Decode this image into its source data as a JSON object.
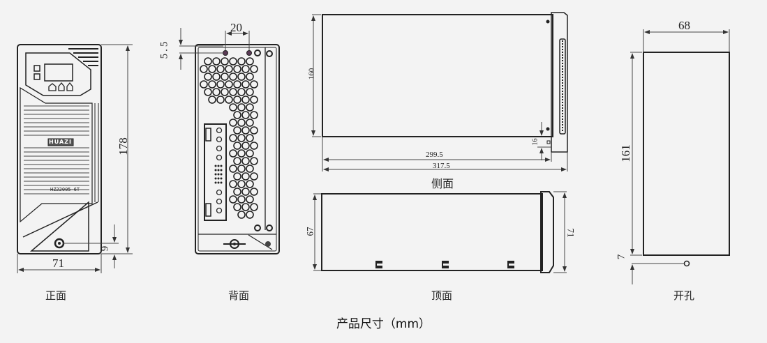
{
  "title": "产品尺寸（mm）",
  "views": {
    "front": {
      "caption": "正面",
      "brand": "HUAZI",
      "model": "HZ22005-6T",
      "dims": {
        "width": "71",
        "height": "178",
        "mount_hole_offset": "9"
      }
    },
    "back": {
      "caption": "背面",
      "dims": {
        "hole_spacing": "20",
        "hole_offset": "5.5"
      }
    },
    "side": {
      "caption": "侧面",
      "dims": {
        "height": "160",
        "body_length": "299.5",
        "total_length": "317.5",
        "bottom_offset": "16"
      }
    },
    "top": {
      "caption": "顶面",
      "dims": {
        "body_width": "67",
        "panel_width": "71"
      }
    },
    "cutout": {
      "caption": "开孔",
      "dims": {
        "width": "68",
        "height": "161",
        "hole_offset": "7"
      }
    }
  },
  "colors": {
    "background": "#f3f3f3",
    "line": "#222222",
    "dimension_line": "#444444"
  }
}
